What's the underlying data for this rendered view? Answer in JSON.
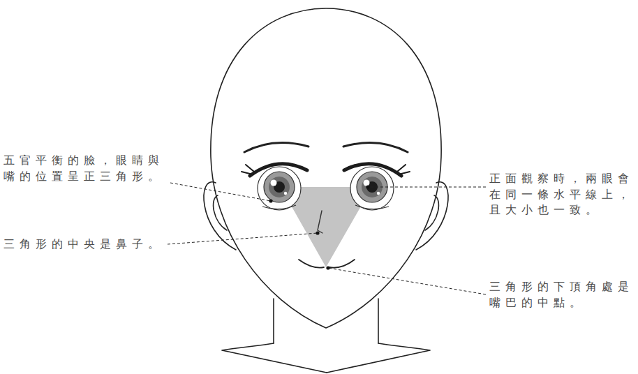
{
  "diagram": {
    "labels": [
      "五官平衡的臉，眼睛與嘴的位置呈正三角形。",
      "三角形的中央是鼻子。",
      "正面觀察時，兩眼會在同一條水平線上，且大小也一致。",
      "三角形的下頂角處是嘴巴的中點。"
    ]
  }
}
